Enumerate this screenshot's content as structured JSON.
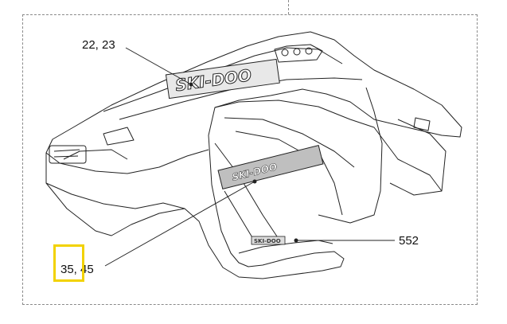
{
  "callouts": {
    "part_22_23": "22, 23",
    "part_552": "552",
    "part_35_45": "35, 45"
  },
  "decal_text": {
    "side_large": "SKI-DOO",
    "panel_strip": "SKI-DOO",
    "lower_badge": "SKI-DOO"
  },
  "colors": {
    "highlight": "#f2d200",
    "line": "#222222",
    "frame": "#8a8a8a"
  }
}
